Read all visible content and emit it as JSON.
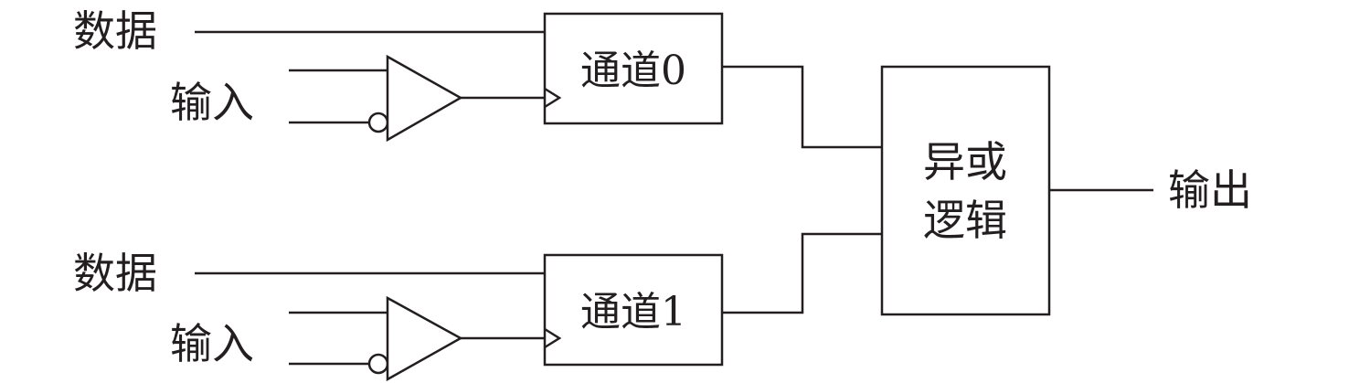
{
  "channel0": {
    "data_label": "数据",
    "input_label": "输入",
    "box_label": "通道0"
  },
  "channel1": {
    "data_label": "数据",
    "input_label": "输入",
    "box_label": "通道1"
  },
  "xor": {
    "line1": "异或",
    "line2": "逻辑"
  },
  "output_label": "输出",
  "colors": {
    "ink": "#231f20",
    "background": "#ffffff"
  }
}
